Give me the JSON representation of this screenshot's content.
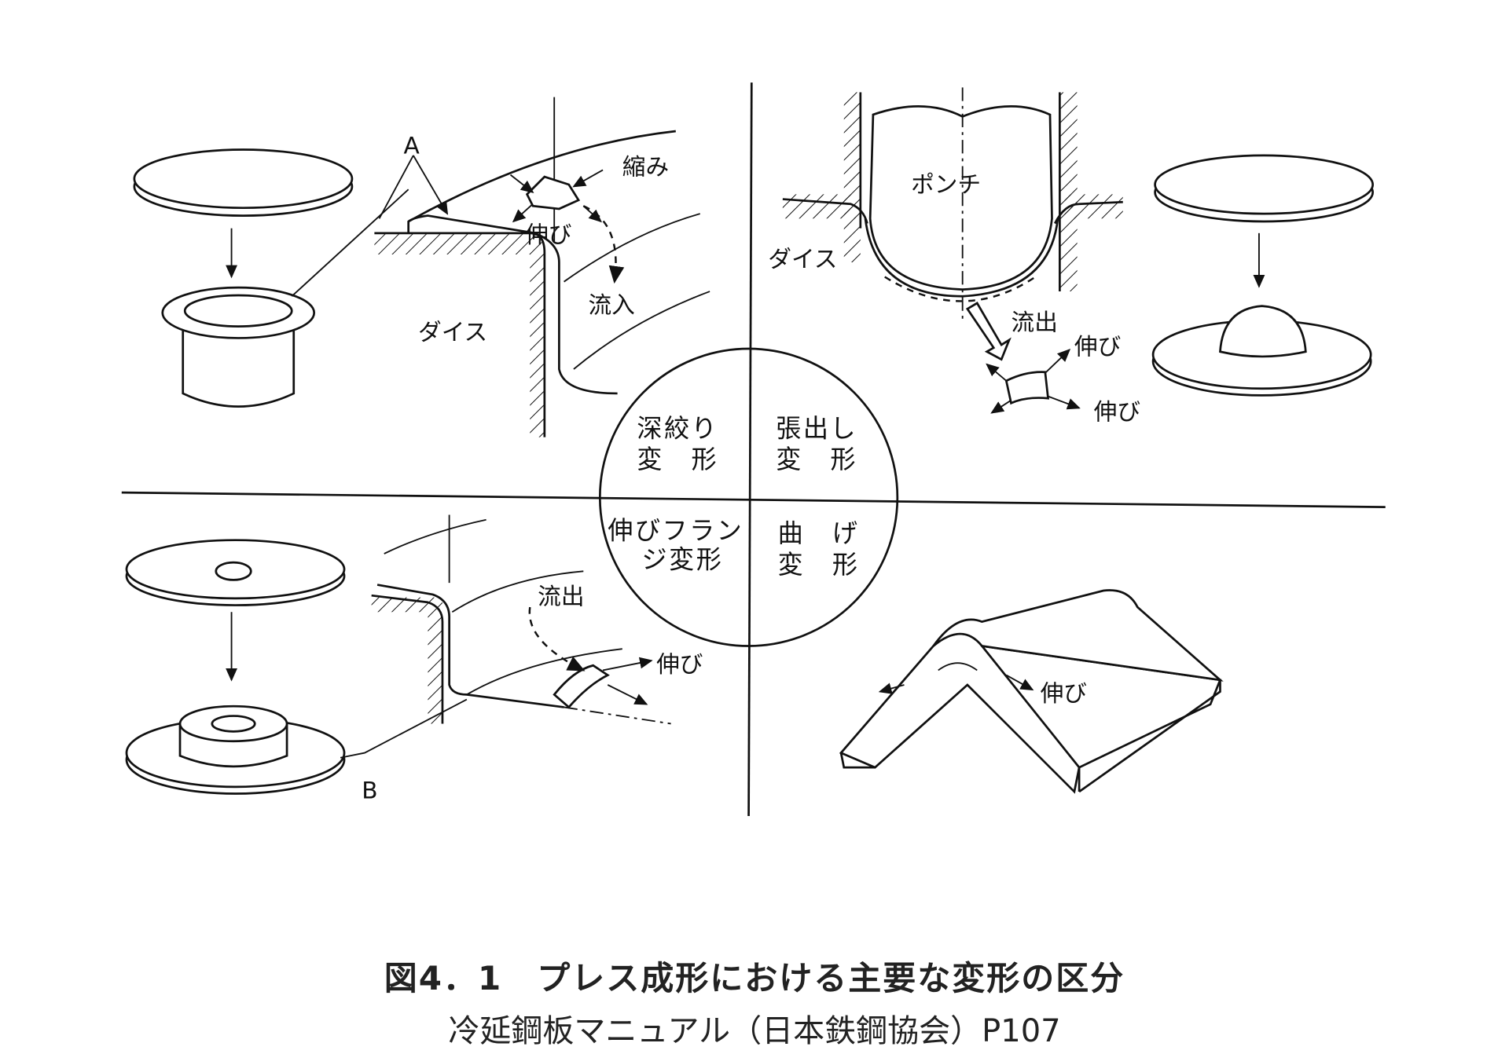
{
  "quadrants": {
    "deep_drawing": [
      "深絞り",
      "変　形"
    ],
    "stretching": [
      "張出し",
      "変　形"
    ],
    "stretch_flange": [
      "伸びフラン",
      "ジ変形"
    ],
    "bending": [
      "曲　げ",
      "変　形"
    ]
  },
  "labels": {
    "a": "A",
    "b": "B",
    "shrink": "縮み",
    "elong": "伸び",
    "inflow": "流入",
    "outflow": "流出",
    "die": "ダイス",
    "punch": "ポンチ"
  },
  "caption": {
    "title": "図4．1　プレス成形における主要な変形の区分",
    "source": "冷延鋼板マニュアル（日本鉄鋼協会）P107"
  }
}
